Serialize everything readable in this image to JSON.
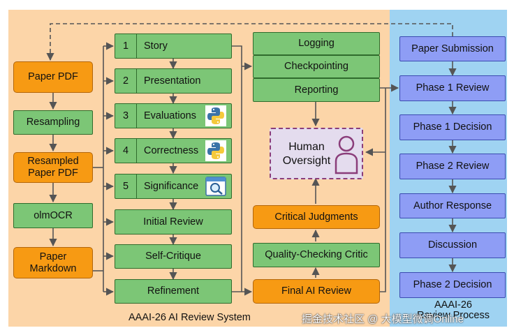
{
  "ai_panel": {
    "caption": "AAAI-26 AI Review System",
    "inputs": {
      "paper_pdf": "Paper PDF",
      "resampling": "Resampling",
      "resampled_pdf_l1": "Resampled",
      "resampled_pdf_l2": "Paper PDF",
      "olmocr": "olmOCR",
      "paper_md_l1": "Paper",
      "paper_md_l2": "Markdown"
    },
    "steps": [
      {
        "num": "1",
        "label": "Story"
      },
      {
        "num": "2",
        "label": "Presentation"
      },
      {
        "num": "3",
        "label": "Evaluations"
      },
      {
        "num": "4",
        "label": "Correctness"
      },
      {
        "num": "5",
        "label": "Significance"
      }
    ],
    "stages": {
      "initial_review": "Initial Review",
      "self_critique": "Self-Critique",
      "refinement": "Refinement"
    },
    "ops": [
      "Logging",
      "Checkpointing",
      "Reporting"
    ],
    "human_l1": "Human",
    "human_l2": "Oversight",
    "critical_judgments": "Critical Judgments",
    "quality_critic": "Quality-Checking Critic",
    "final_review": "Final AI Review"
  },
  "aaai_panel": {
    "caption_l1": "AAAI-26",
    "caption_l2": "Review Process",
    "steps": [
      "Paper Submission",
      "Phase 1 Review",
      "Phase 1 Decision",
      "Phase 2 Review",
      "Author Response",
      "Discussion",
      "Phase 2 Decision"
    ]
  },
  "watermark": "掘金技术社区 @ 大模型微调Online",
  "colors": {
    "ai_panel_bg": "#fcd5a8",
    "aaai_panel_bg": "#9fd3f2",
    "green_box": "#7cc676",
    "orange_box": "#f79a13",
    "blue_box": "#8e9df5",
    "human_box": "#e4dcee"
  },
  "icons": {
    "steps_3_4": "python-icon",
    "step_5": "search-window-icon",
    "human": "person-icon"
  }
}
